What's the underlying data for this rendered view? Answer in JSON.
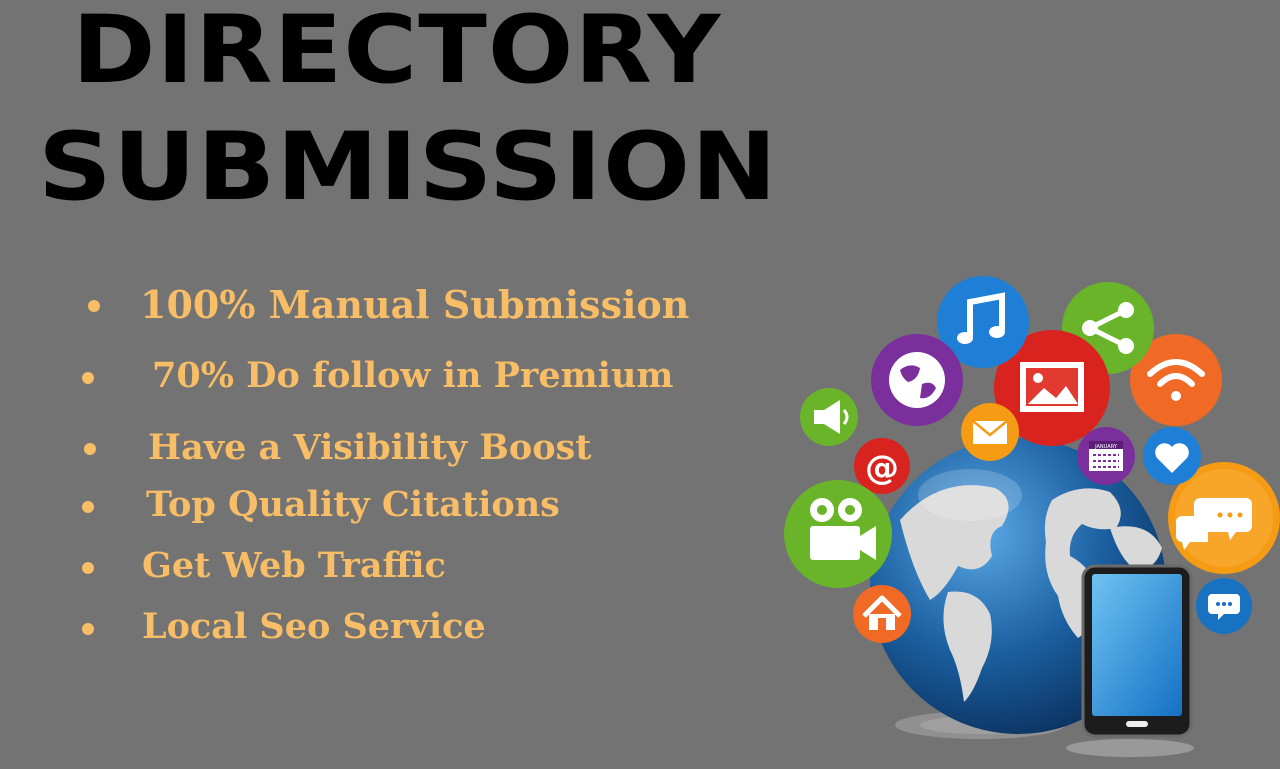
{
  "title": {
    "line1": "DIRECTORY",
    "line2": "SUBMISSION"
  },
  "bullets": [
    "100% Manual Submission",
    "70% Do follow in Premium",
    "Have a Visibility Boost",
    "Top Quality Citations",
    "Get Web Traffic",
    "Local Seo Service"
  ],
  "illustration": {
    "icons": [
      "music-icon",
      "share-icon",
      "globe-icon",
      "image-icon",
      "wifi-icon",
      "megaphone-icon",
      "email-icon",
      "at-icon",
      "calendar-icon",
      "heart-icon",
      "video-camera-icon",
      "chat-icon",
      "home-icon",
      "chat-small-icon",
      "smartphone-icon"
    ],
    "colors": {
      "background": "#737373",
      "bullet": "#f8bd67",
      "ocean": "#1b5fa0",
      "land": "#d9d9d9"
    },
    "calendar_label": "JANUARY"
  }
}
